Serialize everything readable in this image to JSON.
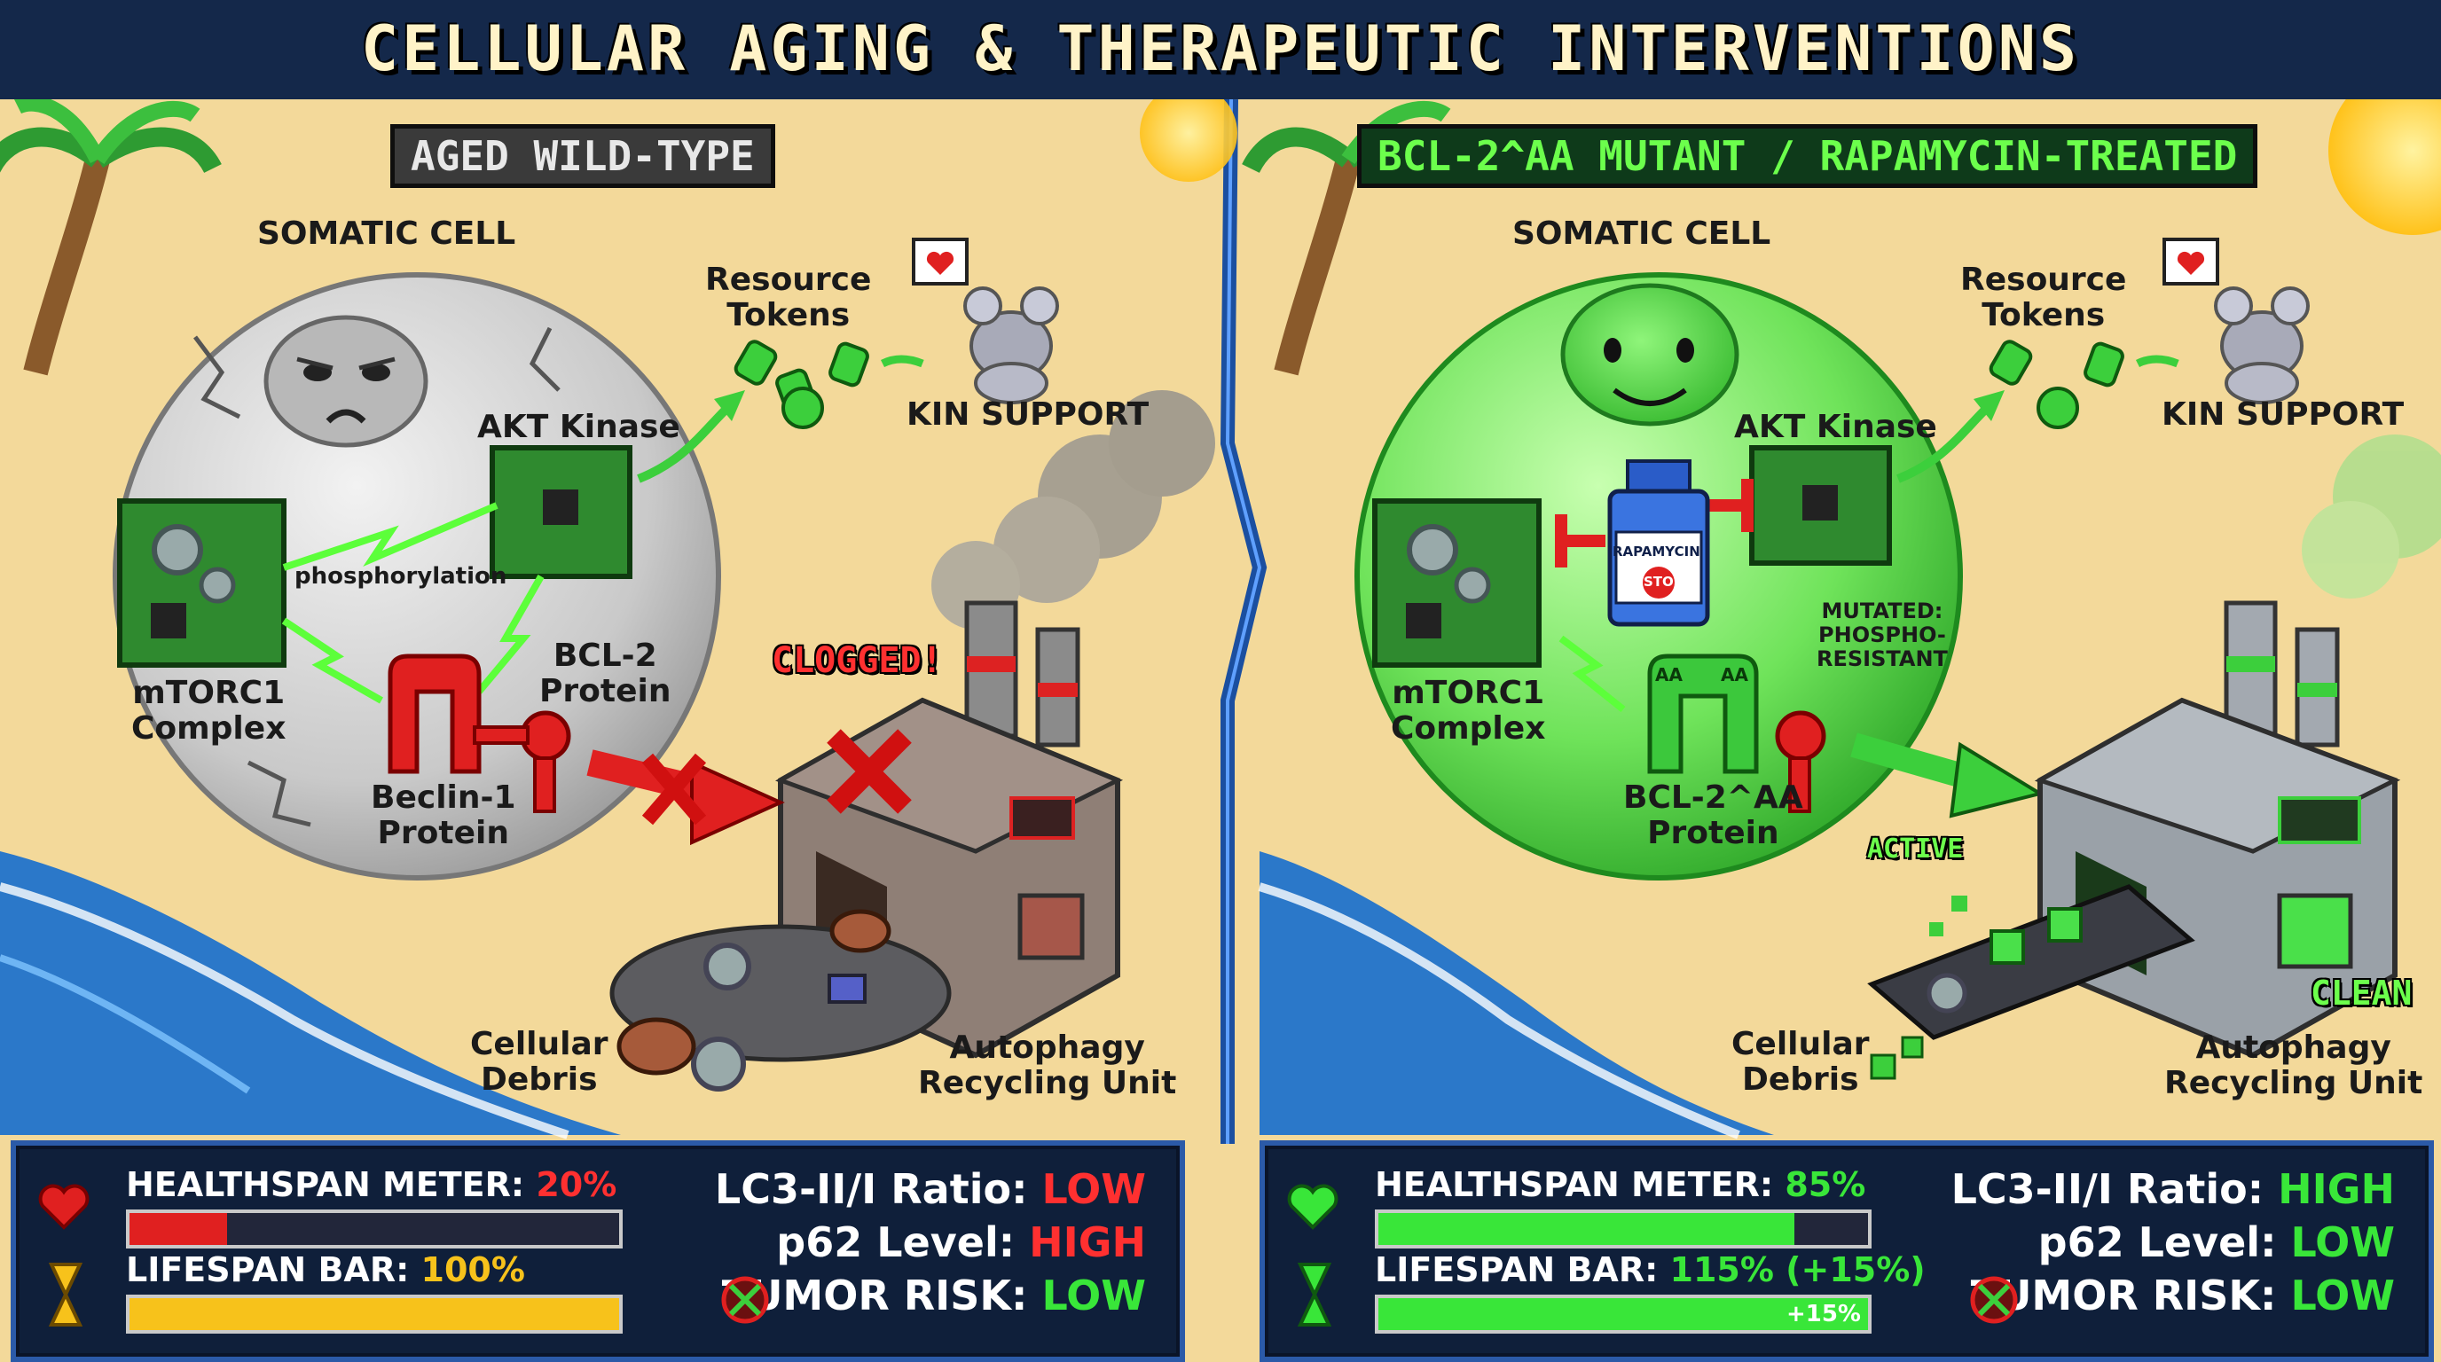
{
  "title": "CELLULAR AGING & THERAPEUTIC INTERVENTIONS",
  "colors": {
    "good": "#39e639",
    "bad": "#ff3030",
    "gold": "#f7c21b",
    "sand": "#f3d99a",
    "sea": "#2b78c9"
  },
  "left": {
    "panel_tag": "AGED WILD-TYPE",
    "cell_label": "SOMATIC CELL",
    "akt": "AKT Kinase",
    "mtorc1": [
      "mTORC1",
      "Complex"
    ],
    "phospho": "phosphorylation",
    "bcl2": [
      "BCL-2",
      "Protein"
    ],
    "beclin": [
      "Beclin-1",
      "Protein"
    ],
    "resource": [
      "Resource",
      "Tokens"
    ],
    "kin": "KIN SUPPORT",
    "clogged": "CLOGGED!",
    "debris": [
      "Cellular",
      "Debris"
    ],
    "autophagy": [
      "Autophagy",
      "Recycling Unit"
    ],
    "hud": {
      "healthspan_label": "HEALTHSPAN METER:",
      "healthspan_value": "20%",
      "healthspan_fraction": 0.2,
      "lifespan_label": "LIFESPAN BAR:",
      "lifespan_value": "100%",
      "lifespan_fraction": 1.0,
      "lc3_label": "LC3-II/I Ratio:",
      "lc3_value": "LOW",
      "p62_label": "p62 Level:",
      "p62_value": "HIGH",
      "tumor_label": "TUMOR RISK:",
      "tumor_value": "LOW"
    }
  },
  "right": {
    "panel_tag": "BCL-2^AA MUTANT / RAPAMYCIN-TREATED",
    "cell_label": "SOMATIC CELL",
    "akt": "AKT Kinase",
    "mtorc1": [
      "mTORC1",
      "Complex"
    ],
    "rapamycin": "RAPAMYCIN",
    "stop": "STOP",
    "mutated": [
      "MUTATED:",
      "PHOSPHO-",
      "RESISTANT"
    ],
    "aa_left": "AA",
    "aa_right": "AA",
    "bcl2aa": [
      "BCL-2^AA",
      "Protein"
    ],
    "resource": [
      "Resource",
      "Tokens"
    ],
    "kin": "KIN SUPPORT",
    "active": "ACTIVE",
    "clean": "CLEAN",
    "debris": [
      "Cellular",
      "Debris"
    ],
    "autophagy": [
      "Autophagy",
      "Recycling Unit"
    ],
    "hud": {
      "healthspan_label": "HEALTHSPAN METER:",
      "healthspan_value": "85%",
      "healthspan_fraction": 0.85,
      "lifespan_label": "LIFESPAN BAR:",
      "lifespan_value": "115% (+15%)",
      "lifespan_fraction": 1.0,
      "lifespan_bonus": "+15%",
      "lc3_label": "LC3-II/I Ratio:",
      "lc3_value": "HIGH",
      "p62_label": "p62 Level:",
      "p62_value": "LOW",
      "tumor_label": "TUMOR RISK:",
      "tumor_value": "LOW"
    }
  }
}
